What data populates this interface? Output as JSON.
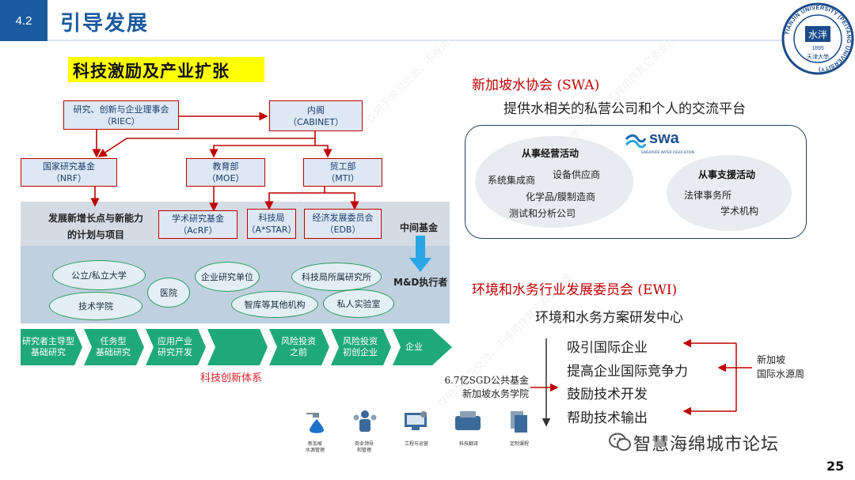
{
  "header": {
    "section_number": "4.2",
    "title": "引导发展"
  },
  "logo": {
    "ring_text": "TIANJIN UNIVERSITY (PEIYANG UNIVERSITY)",
    "center_glyph": "水泮",
    "year": "1895",
    "name": "天津大學"
  },
  "diagram": {
    "subtitle": "科技激励及产业扩张",
    "boxes": {
      "riec_l1": "研究、创新与企业理事会",
      "riec_l2": "（RIEC）",
      "cabinet_l1": "内阁",
      "cabinet_l2": "（CABINET）",
      "nrf_l1": "国家研究基金",
      "nrf_l2": "（NRF）",
      "moe_l1": "教育部",
      "moe_l2": "（MOE）",
      "mti_l1": "贸工部",
      "mti_l2": "（MTI）",
      "acrf_l1": "学术研究基金",
      "acrf_l2": "（AcRF）",
      "astar_l1": "科技局",
      "astar_l2": "（A*STAR）",
      "edb_l1": "经济发展委员会",
      "edb_l2": "（EDB）"
    },
    "band_text_l1": "发展新增长点与新能力",
    "band_text_l2": "的计划与项目",
    "intermediate_fund": "中间基金",
    "md_executor": "M&D执行者",
    "ellipses": [
      "公立/私立大学",
      "医院",
      "企业研究单位",
      "科技局所属研究所",
      "技术学院",
      "智库等其他机构",
      "私人实验室"
    ],
    "pipeline": [
      {
        "l1": "研究者主导型",
        "l2": "基础研究"
      },
      {
        "l1": "任务型",
        "l2": "基础研究"
      },
      {
        "l1": "应用产业",
        "l2": "研究开发"
      },
      {
        "l1": "",
        "l2": ""
      },
      {
        "l1": "风险投资",
        "l2": "之前"
      },
      {
        "l1": "风险投资",
        "l2": "初创企业"
      },
      {
        "l1": "企业",
        "l2": ""
      }
    ],
    "caption": "科技创新体系",
    "icons": [
      {
        "name": "water-drop-icon",
        "l1": "新加坡",
        "l2": "水源管理"
      },
      {
        "name": "people-icon",
        "l1": "商业领导",
        "l2": "和管理"
      },
      {
        "name": "engineering-icon",
        "l1": "工程与运营",
        "l2": ""
      },
      {
        "name": "translation-icon",
        "l1": "科技翻译",
        "l2": ""
      },
      {
        "name": "documents-icon",
        "l1": "定制课程",
        "l2": ""
      }
    ]
  },
  "swa": {
    "title": "新加坡水协会 (SWA)",
    "subtitle": "提供水相关的私营公司和个人的交流平台",
    "logo_text": "swa",
    "logo_sub": "SINGAPORE WATER ASSOCIATION",
    "left_heading": "从事经营活动",
    "left_items": [
      "系统集成商",
      "设备供应商",
      "化学品/膜制造商",
      "测试和分析公司"
    ],
    "right_heading": "从事支援活动",
    "right_items": [
      "法律事务所",
      "学术机构"
    ]
  },
  "ewi": {
    "title": "环境和水务行业发展委员会 (EWI)",
    "subtitle": "环境和水务方案研发中心",
    "items": [
      "吸引国际企业",
      "提高企业国际竞争力",
      "鼓励技术开发",
      "帮助技术输出"
    ],
    "fund_l1": "6.7亿SGD公共基金",
    "fund_l2": "新加坡水务学院",
    "side_l1": "新加坡",
    "side_l2": "国际水源周"
  },
  "footer": {
    "wechat": "智慧海绵城市论坛",
    "page_number": "25"
  },
  "watermark": "仅用于学习交流，不得用作其它商业用途",
  "colors": {
    "brand_blue": "#1a5a9e",
    "accent_red": "#c00000",
    "pipeline_green": "#1fa97a",
    "highlight_yellow": "#ffff00"
  }
}
